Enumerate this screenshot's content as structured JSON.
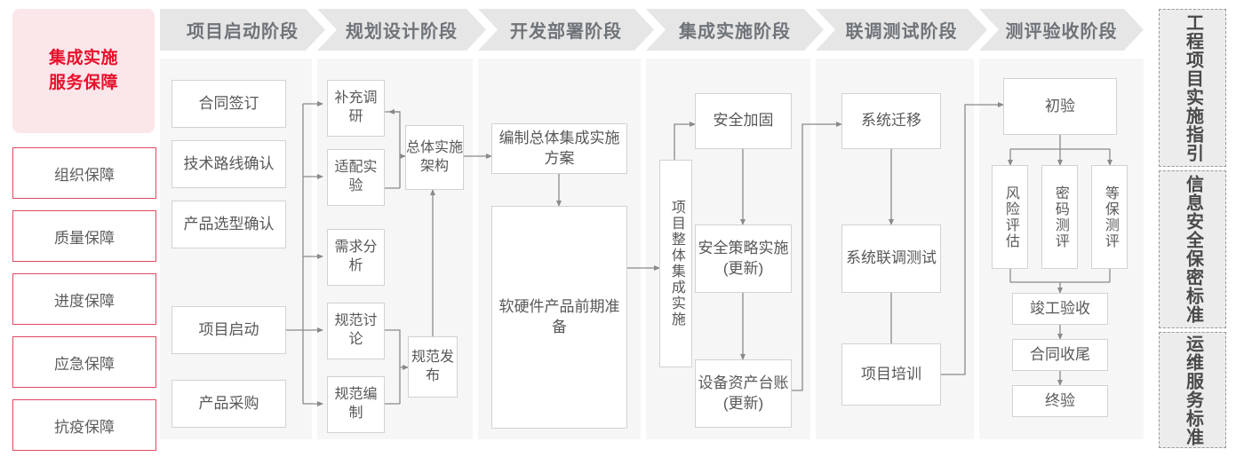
{
  "hero": {
    "label": "集成实施\n服务保障",
    "color": "#e8102b",
    "bg": "#fbe6ea"
  },
  "guarantees": [
    {
      "label": "组织保障"
    },
    {
      "label": "质量保障"
    },
    {
      "label": "进度保障"
    },
    {
      "label": "应急保障"
    },
    {
      "label": "抗疫保障"
    }
  ],
  "stages": [
    {
      "id": "s1",
      "header": "项目启动阶段",
      "nodes": [
        "合同签订",
        "技术路线确认",
        "产品选型确认",
        "项目启动",
        "产品采购"
      ]
    },
    {
      "id": "s2",
      "header": "规划设计阶段",
      "nodes": [
        "补充调研",
        "适配实验",
        "需求分析",
        "规范讨论",
        "规范编制",
        "总体实施架构",
        "规范发布"
      ]
    },
    {
      "id": "s3",
      "header": "开发部署阶段",
      "nodes": [
        "编制总体集成实施方案",
        "软硬件产品前期准备"
      ]
    },
    {
      "id": "s4",
      "header": "集成实施阶段",
      "nodes": [
        "项目整体集成实施",
        "安全加固",
        "安全策略实施(更新)",
        "设备资产台账(更新)"
      ]
    },
    {
      "id": "s5",
      "header": "联调测试阶段",
      "nodes": [
        "系统迁移",
        "系统联调测试",
        "项目培训"
      ]
    },
    {
      "id": "s6",
      "header": "测评验收阶段",
      "nodes": [
        "初验",
        "风险评估",
        "密码测评",
        "等保测评",
        "竣工验收",
        "合同收尾",
        "终验"
      ]
    }
  ],
  "sidebar": [
    {
      "label": "工程项目实施指引"
    },
    {
      "label": "信息安全保密标准"
    },
    {
      "label": "运维服务标准"
    }
  ],
  "palette": {
    "panel_bg": "#f6f6f6",
    "header_bg": "#e6e6e6",
    "header_text": "#6f7479",
    "node_border": "#d2d2d2",
    "node_text": "#58585a",
    "wire": "#8a8a8a",
    "accent_red": "#e8102b",
    "guarantee_border": "#e0485f"
  }
}
